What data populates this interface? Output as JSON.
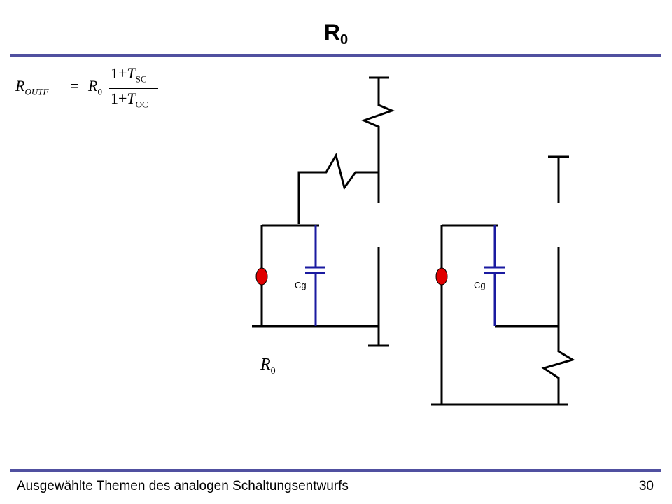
{
  "slide": {
    "title_main": "R",
    "title_sub": "0",
    "footer": "Ausgewählte Themen des analogen Schaltungsentwurfs",
    "page_number": "30"
  },
  "formula": {
    "lhs_main": "R",
    "lhs_sub": "OUTF",
    "equals": "=",
    "r0_main": "R",
    "r0_sub": "0",
    "num_prefix": "1+",
    "num_var": "T",
    "num_sub": "SC",
    "den_prefix": "1+",
    "den_var": "T",
    "den_sub": "OC"
  },
  "circuit": {
    "left_cap_label": "Cg",
    "right_cap_label": "Cg",
    "r0_label_main": "R",
    "r0_label_sub": "0",
    "wire_color": "#000000",
    "cap_color": "#1a1aa0",
    "source_color": "#e00000"
  }
}
